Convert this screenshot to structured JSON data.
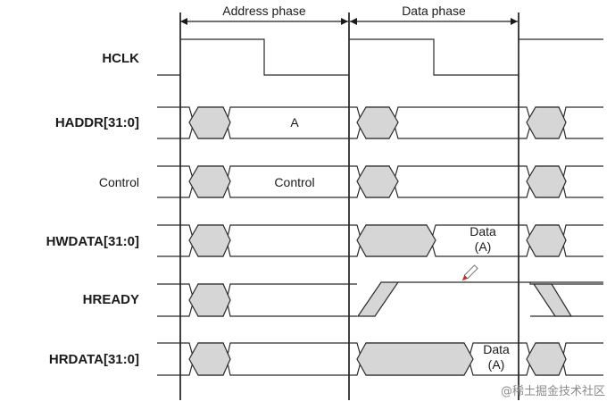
{
  "phases": {
    "address": "Address phase",
    "data": "Data phase"
  },
  "signals": [
    {
      "id": "hclk",
      "label": "HCLK",
      "bold": true
    },
    {
      "id": "haddr",
      "label": "HADDR[31:0]",
      "bold": true,
      "value": "A"
    },
    {
      "id": "control",
      "label": "Control",
      "bold": false,
      "value": "Control"
    },
    {
      "id": "hwdata",
      "label": "HWDATA[31:0]",
      "bold": true,
      "value_line1": "Data",
      "value_line2": "(A)"
    },
    {
      "id": "hready",
      "label": "HREADY",
      "bold": true
    },
    {
      "id": "hrdata",
      "label": "HRDATA[31:0]",
      "bold": true,
      "value_line1": "Data",
      "value_line2": "(A)"
    }
  ],
  "watermark": "@稀土掘金技术社区",
  "colors": {
    "line": "#1a1a1a",
    "shade": "#d6d6d6",
    "pointer": "#d42020"
  },
  "icons": {
    "pointer": "pen-cursor-icon"
  }
}
